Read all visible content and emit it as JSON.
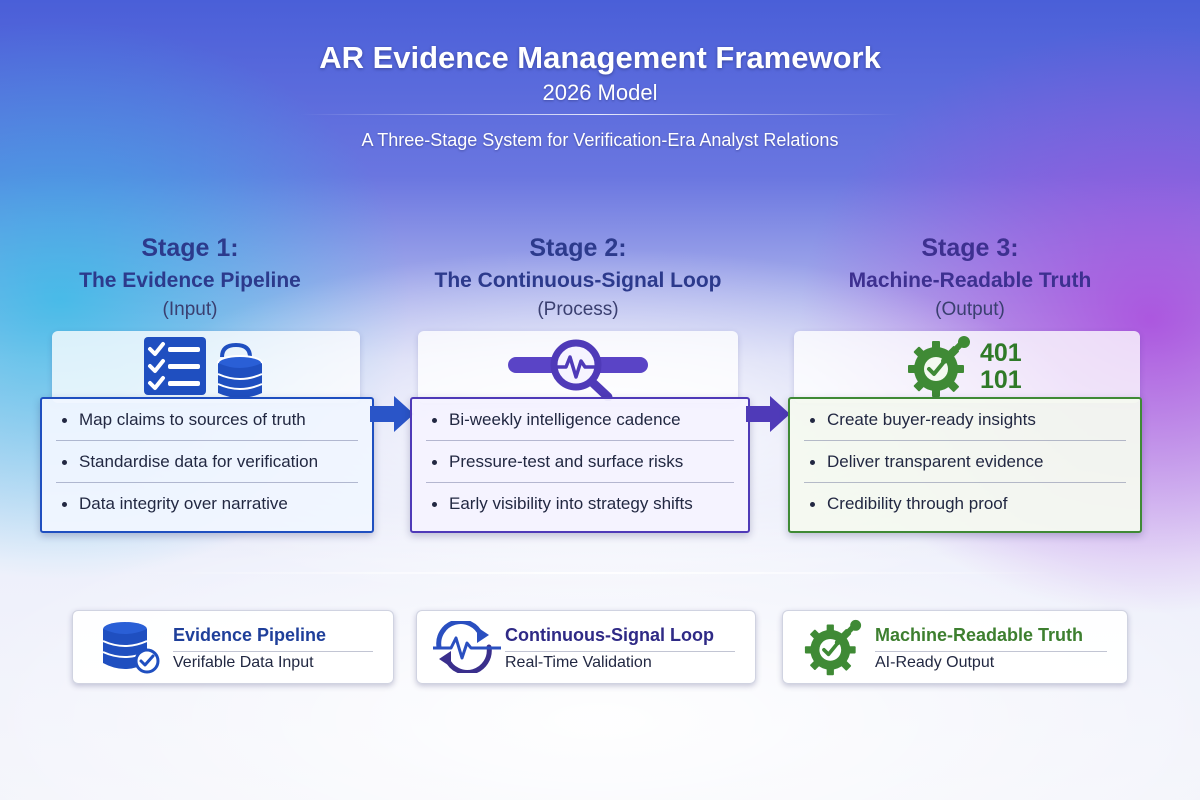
{
  "header": {
    "title": "AR Evidence Management Framework",
    "subtitle": "2026 Model",
    "tagline": "A Three-Stage System for Verification-Era Analyst Relations"
  },
  "stages": [
    {
      "number": "Stage 1:",
      "name": "The Evidence Pipeline",
      "role": "(Input)",
      "icon": "checklist-database-icon",
      "color": "#1f4fc0",
      "items": [
        "Map claims to sources of truth",
        "Standardise data for verification",
        "Data integrity over narrative"
      ]
    },
    {
      "number": "Stage 2:",
      "name": "The Continuous-Signal Loop",
      "role": "(Process)",
      "icon": "magnifier-pulse-icon",
      "color": "#4f3ab8",
      "items": [
        "Bi-weekly intelligence cadence",
        "Pressure-test and surface risks",
        "Early visibility into strategy shifts"
      ]
    },
    {
      "number": "Stage 3:",
      "name": "Machine-Readable Truth",
      "role": "(Output)",
      "icon": "gear-binary-icon",
      "icon_text": [
        "401",
        "101"
      ],
      "color": "#3f8a35",
      "items": [
        "Create buyer-ready insights",
        "Deliver transparent evidence",
        "Credibility through proof"
      ]
    }
  ],
  "summary": [
    {
      "title": "Evidence Pipeline",
      "subtitle": "Verifable Data Input",
      "icon": "database-check-icon",
      "color": "#1f3f9a"
    },
    {
      "title": "Continuous-Signal Loop",
      "subtitle": "Real-Time Validation",
      "icon": "loop-pulse-icon",
      "color": "#3a2f8c"
    },
    {
      "title": "Machine-Readable Truth",
      "subtitle": "AI-Ready Output",
      "icon": "gear-check-icon",
      "color": "#3d7f2f"
    }
  ]
}
